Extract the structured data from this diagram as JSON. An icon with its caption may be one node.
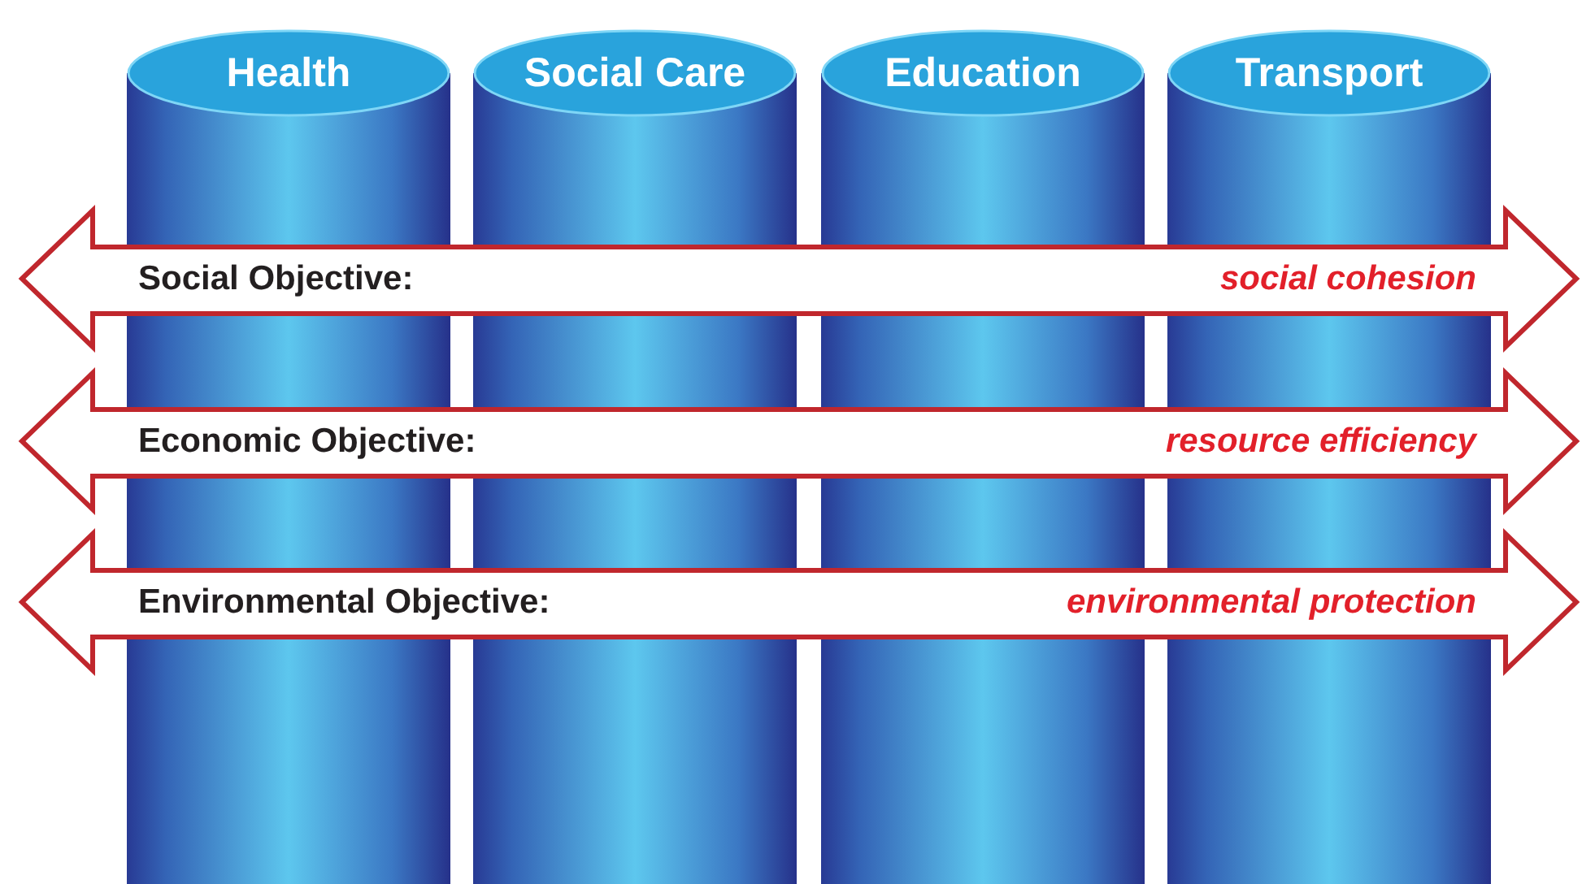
{
  "diagram": {
    "nodes": [
      {
        "text": [
          "Health"
        ]
      },
      {
        "text": [
          "Social Care"
        ]
      },
      {
        "text": [
          "Education"
        ]
      },
      {
        "text": [
          "Transport"
        ]
      },
      {
        "text": [
          "Social Objective:",
          "social cohesion"
        ]
      },
      {
        "text": [
          "Economic Objective:",
          "resource efficiency"
        ]
      },
      {
        "text": [
          "Environmental Objective:",
          "environmental protection"
        ]
      }
    ]
  }
}
